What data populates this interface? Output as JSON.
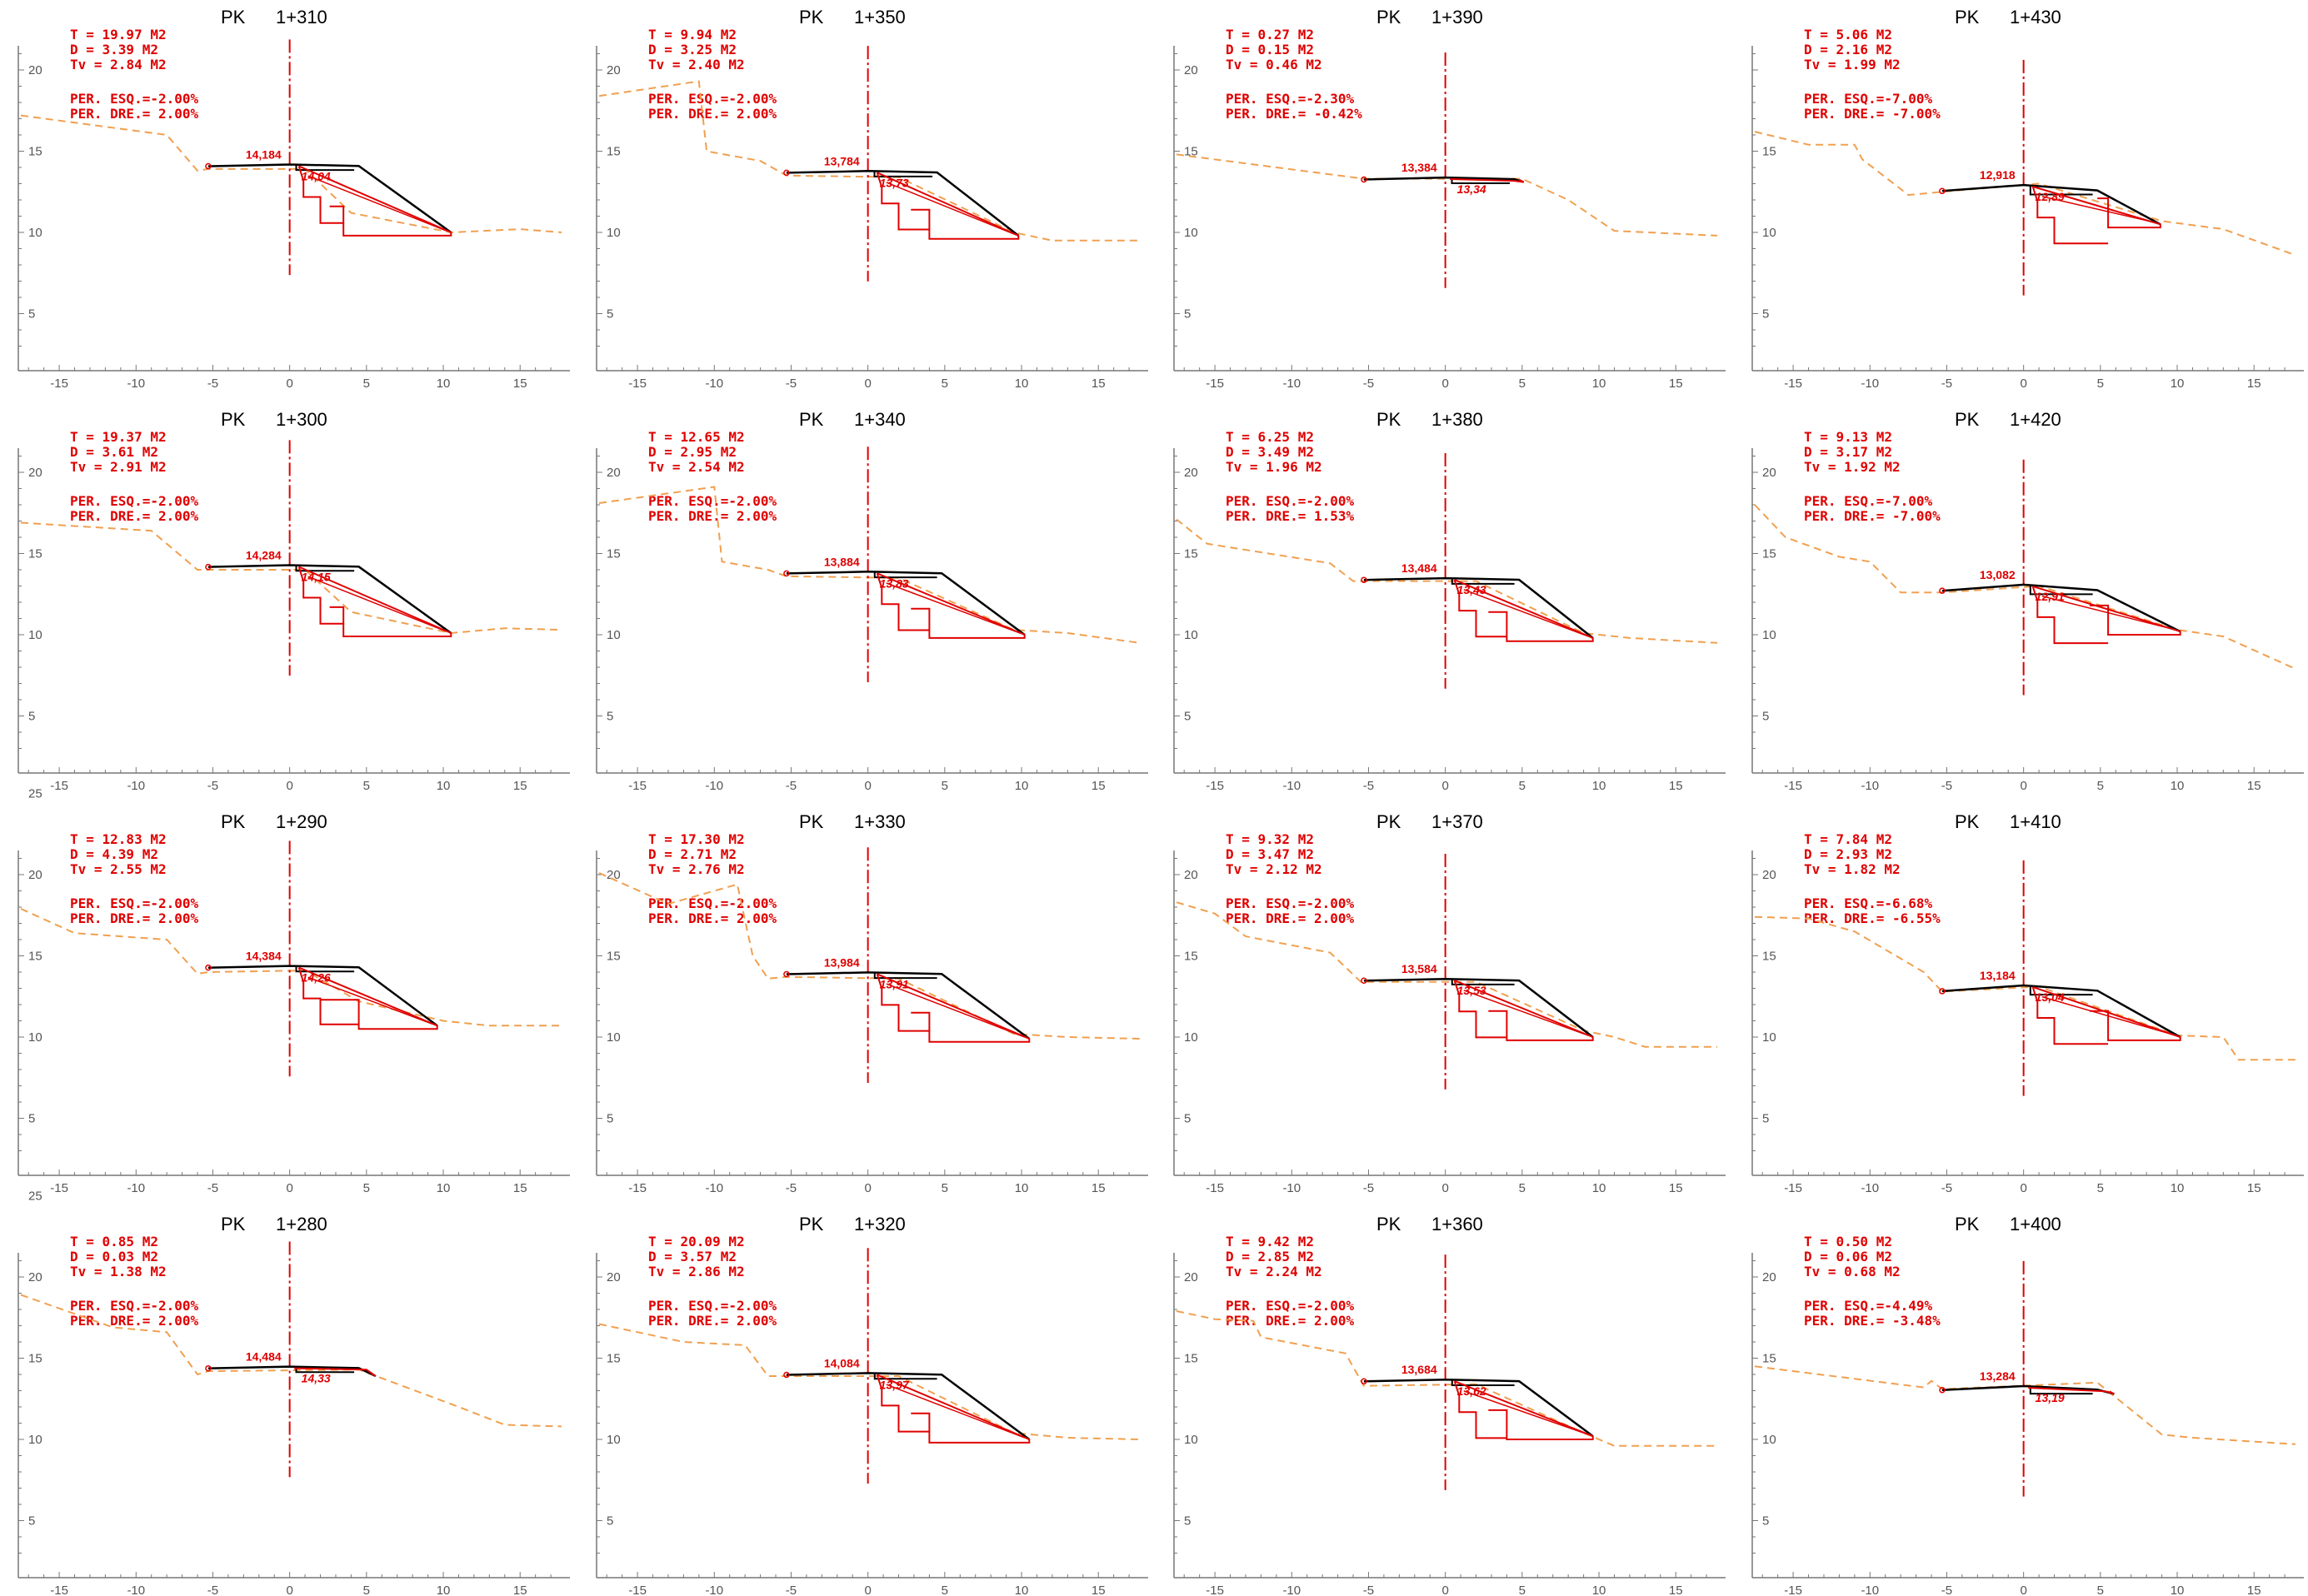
{
  "sheet": {
    "x_ticks": [
      "-15",
      "-10",
      "-5",
      "0",
      "5",
      "10",
      "15"
    ],
    "colors": {
      "terrain": "#f0a050",
      "design": "#000000",
      "annotation": "#e00000",
      "axis": "#777777"
    }
  },
  "sections": [
    {
      "pk": "1+310",
      "t": "19.97",
      "d": "3.39",
      "tv": "2.84",
      "esq": "-2.00%",
      "dre": "2.00%",
      "ax": "14,184",
      "cut": "14,04",
      "yt": [
        5,
        10,
        15,
        20
      ],
      "z0": 14.18,
      "slope": -0.02,
      "lw": -5.3,
      "rw": 4.5,
      "fill": [
        10.5,
        10.0
      ],
      "sub": [
        1,
        0.8,
        -0.4,
        2.8,
        0.3,
        4,
        -2
      ],
      "ground": [
        [
          -17.5,
          17.2
        ],
        [
          -8,
          16
        ],
        [
          -6,
          13.8
        ],
        [
          -5.3,
          13.9
        ],
        [
          1,
          13.9
        ],
        [
          4,
          11.2
        ],
        [
          10.5,
          10.0
        ],
        [
          15,
          10.2
        ],
        [
          17.7,
          10.0
        ]
      ]
    },
    {
      "pk": "1+350",
      "t": "9.94",
      "d": "3.25",
      "tv": "2.40",
      "esq": "-2.00%",
      "dre": "2.00%",
      "ax": "13,784",
      "cut": "13,73",
      "yt": [
        5,
        10,
        15,
        20
      ],
      "z0": 13.78,
      "slope": -0.02,
      "lw": -5.3,
      "rw": 4.5,
      "fill": [
        9.8,
        9.8
      ],
      "sub": [
        0.8,
        0.9,
        -0.2,
        3,
        0.2,
        4.5,
        -1.9
      ],
      "ground": [
        [
          -17.5,
          18.4
        ],
        [
          -11,
          19.3
        ],
        [
          -10.5,
          15.0
        ],
        [
          -7,
          14.4
        ],
        [
          -5.3,
          13.5
        ],
        [
          2,
          13.4
        ],
        [
          9.5,
          10.0
        ],
        [
          12,
          9.5
        ],
        [
          17.7,
          9.5
        ]
      ]
    },
    {
      "pk": "1+390",
      "t": "0.27",
      "d": "0.15",
      "tv": "0.46",
      "esq": "-2.30%",
      "dre": "-0.42%",
      "ax": "13,384",
      "cut": "13,34",
      "yt": [
        5,
        10,
        15,
        20
      ],
      "z0": 13.38,
      "slope": -0.023,
      "lw": -5.3,
      "rw": 4.5,
      "fill": [
        5.1,
        13.1
      ],
      "sub": [],
      "ground": [
        [
          -17.5,
          14.8
        ],
        [
          -5.3,
          13.3
        ],
        [
          5.0,
          13.3
        ],
        [
          8,
          12.0
        ],
        [
          11,
          10.1
        ],
        [
          17.7,
          9.8
        ]
      ]
    },
    {
      "pk": "1+430",
      "t": "5.06",
      "d": "2.16",
      "tv": "1.99",
      "esq": "-7.00%",
      "dre": "-7.00%",
      "ax": "12,918",
      "cut": "12,89",
      "yt": [
        5,
        10,
        15
      ],
      "z0": 12.92,
      "slope": -0.07,
      "lw": -5.3,
      "rw": 4.8,
      "fill": [
        8.9,
        10.5
      ],
      "sub": [
        2,
        0.5,
        -0.3,
        5,
        0.2,
        6,
        -1.4
      ],
      "ground": [
        [
          -17.5,
          16.2
        ],
        [
          -14,
          15.4
        ],
        [
          -11,
          15.4
        ],
        [
          -10.5,
          14.5
        ],
        [
          -7.5,
          12.3
        ],
        [
          -5.3,
          12.5
        ],
        [
          1,
          13.0
        ],
        [
          9,
          10.7
        ],
        [
          13,
          10.2
        ],
        [
          17.7,
          8.6
        ]
      ]
    },
    {
      "pk": "1+300",
      "t": "19.37",
      "d": "3.61",
      "tv": "2.91",
      "esq": "-2.00%",
      "dre": "2.00%",
      "ax": "14,284",
      "cut": "14,15",
      "yt": [
        5,
        10,
        15,
        20
      ],
      "z0": 14.28,
      "slope": -0.02,
      "lw": -5.3,
      "rw": 4.5,
      "fill": [
        10.5,
        10.1
      ],
      "sub": [
        1,
        0.8,
        -0.4,
        2.8,
        0.3,
        4,
        -2
      ],
      "ground": [
        [
          -17.5,
          16.9
        ],
        [
          -9,
          16.4
        ],
        [
          -6,
          14.0
        ],
        [
          -5.3,
          14.0
        ],
        [
          1,
          14.0
        ],
        [
          4,
          11.4
        ],
        [
          10.5,
          10.1
        ],
        [
          14,
          10.4
        ],
        [
          17.7,
          10.3
        ]
      ]
    },
    {
      "pk": "1+340",
      "t": "12.65",
      "d": "2.95",
      "tv": "2.54",
      "esq": "-2.00%",
      "dre": "2.00%",
      "ax": "13,884",
      "cut": "13,83",
      "yt": [
        5,
        10,
        15,
        20
      ],
      "z0": 13.88,
      "slope": -0.02,
      "lw": -5.3,
      "rw": 4.8,
      "fill": [
        10.2,
        10.0
      ],
      "sub": [
        0.8,
        0.9,
        -0.2,
        3,
        0.2,
        4.5,
        -1.9
      ],
      "ground": [
        [
          -17.5,
          18.1
        ],
        [
          -10,
          19.1
        ],
        [
          -9.5,
          14.5
        ],
        [
          -6.5,
          14.0
        ],
        [
          -5.3,
          13.6
        ],
        [
          2,
          13.5
        ],
        [
          9.5,
          10.3
        ],
        [
          13,
          10.1
        ],
        [
          17.7,
          9.5
        ]
      ]
    },
    {
      "pk": "1+380",
      "t": "6.25",
      "d": "3.49",
      "tv": "1.96",
      "esq": "-2.00%",
      "dre": "1.53%",
      "ax": "13,484",
      "cut": "13,43",
      "yt": [
        5,
        10,
        15,
        20
      ],
      "z0": 13.48,
      "slope": -0.02,
      "lw": -5.3,
      "rw": 4.8,
      "fill": [
        9.6,
        9.8
      ],
      "sub": [
        0.8,
        0.9,
        -0.2,
        3,
        0.2,
        4.5,
        -1.9
      ],
      "ground": [
        [
          -17.5,
          17.1
        ],
        [
          -15.5,
          15.6
        ],
        [
          -7.5,
          14.4
        ],
        [
          -6,
          13.3
        ],
        [
          -5.3,
          13.3
        ],
        [
          2,
          13.3
        ],
        [
          9,
          10.1
        ],
        [
          12,
          9.8
        ],
        [
          17.7,
          9.5
        ]
      ]
    },
    {
      "pk": "1+420",
      "t": "9.13",
      "d": "3.17",
      "tv": "1.92",
      "esq": "-7.00%",
      "dre": "-7.00%",
      "ax": "13,082",
      "cut": "12,91",
      "yt": [
        5,
        10,
        15,
        20
      ],
      "z0": 13.08,
      "slope": -0.07,
      "lw": -5.3,
      "rw": 4.8,
      "fill": [
        10.2,
        10.2
      ],
      "sub": [
        1.5,
        0.5,
        -0.3,
        4.5,
        0.2,
        6,
        -1.4
      ],
      "ground": [
        [
          -17.5,
          18.0
        ],
        [
          -15.5,
          16.0
        ],
        [
          -12,
          14.8
        ],
        [
          -10,
          14.5
        ],
        [
          -8,
          12.6
        ],
        [
          -5.3,
          12.6
        ],
        [
          1,
          13.0
        ],
        [
          10,
          10.3
        ],
        [
          13,
          9.9
        ],
        [
          17.7,
          7.9
        ]
      ]
    },
    {
      "pk": "1+290",
      "t": "12.83",
      "d": "4.39",
      "tv": "2.55",
      "esq": "-2.00%",
      "dre": "2.00%",
      "ax": "14,384",
      "cut": "14,26",
      "yt": [
        5,
        10,
        15,
        20,
        25
      ],
      "z0": 14.38,
      "slope": -0.02,
      "lw": -5.3,
      "rw": 4.5,
      "fill": [
        9.6,
        10.7
      ],
      "sub": [
        1,
        0.8,
        -0.4,
        2.2,
        0.3,
        5,
        -1.9
      ],
      "ground": [
        [
          -17.5,
          17.9
        ],
        [
          -14,
          16.4
        ],
        [
          -8,
          16.0
        ],
        [
          -6,
          13.9
        ],
        [
          -5.3,
          14.0
        ],
        [
          1,
          14.1
        ],
        [
          4.5,
          12.2
        ],
        [
          10,
          11.0
        ],
        [
          13,
          10.7
        ],
        [
          17.7,
          10.7
        ]
      ]
    },
    {
      "pk": "1+330",
      "t": "17.30",
      "d": "2.71",
      "tv": "2.76",
      "esq": "-2.00%",
      "dre": "2.00%",
      "ax": "13,984",
      "cut": "13,91",
      "yt": [
        5,
        10,
        15,
        20
      ],
      "z0": 13.98,
      "slope": -0.02,
      "lw": -5.3,
      "rw": 4.8,
      "fill": [
        10.5,
        9.9
      ],
      "sub": [
        0.8,
        0.9,
        -0.2,
        3,
        0.2,
        4.5,
        -1.9
      ],
      "ground": [
        [
          -17.5,
          20.1
        ],
        [
          -13,
          18.2
        ],
        [
          -8.5,
          19.4
        ],
        [
          -7.5,
          15.0
        ],
        [
          -6.5,
          13.6
        ],
        [
          -5.3,
          13.7
        ],
        [
          2,
          13.6
        ],
        [
          9.5,
          10.2
        ],
        [
          13,
          10.0
        ],
        [
          17.7,
          9.9
        ]
      ]
    },
    {
      "pk": "1+370",
      "t": "9.32",
      "d": "3.47",
      "tv": "2.12",
      "esq": "-2.00%",
      "dre": "2.00%",
      "ax": "13,584",
      "cut": "13,53",
      "yt": [
        5,
        10,
        15,
        20
      ],
      "z0": 13.58,
      "slope": -0.02,
      "lw": -5.3,
      "rw": 4.8,
      "fill": [
        9.6,
        10.0
      ],
      "sub": [
        0.8,
        0.9,
        -0.2,
        3,
        0.2,
        4.5,
        -1.9
      ],
      "ground": [
        [
          -17.5,
          18.3
        ],
        [
          -15,
          17.6
        ],
        [
          -13,
          16.2
        ],
        [
          -7.5,
          15.2
        ],
        [
          -5.5,
          13.4
        ],
        [
          2,
          13.4
        ],
        [
          9,
          10.4
        ],
        [
          11,
          10.0
        ],
        [
          13,
          9.4
        ],
        [
          17.7,
          9.4
        ]
      ]
    },
    {
      "pk": "1+410",
      "t": "7.84",
      "d": "2.93",
      "tv": "1.82",
      "esq": "-6.68%",
      "dre": "-6.55%",
      "ax": "13,184",
      "cut": "13,04",
      "yt": [
        5,
        10,
        15,
        20
      ],
      "z0": 13.18,
      "slope": -0.067,
      "lw": -5.3,
      "rw": 4.8,
      "fill": [
        10.2,
        10.0
      ],
      "sub": [
        1.5,
        0.5,
        -0.3,
        4.5,
        0.2,
        6,
        -1.4
      ],
      "ground": [
        [
          -17.5,
          17.4
        ],
        [
          -14,
          17.3
        ],
        [
          -11,
          16.5
        ],
        [
          -6.5,
          14.0
        ],
        [
          -5.3,
          12.8
        ],
        [
          1,
          13.1
        ],
        [
          10,
          10.1
        ],
        [
          13,
          10.0
        ],
        [
          14,
          8.6
        ],
        [
          17.7,
          8.6
        ]
      ]
    },
    {
      "pk": "1+280",
      "t": "0.85",
      "d": "0.03",
      "tv": "1.38",
      "esq": "-2.00%",
      "dre": "2.00%",
      "ax": "14,484",
      "cut": "14,33",
      "yt": [
        5,
        10,
        15,
        20,
        25
      ],
      "z0": 14.48,
      "slope": -0.02,
      "lw": -5.3,
      "rw": 4.5,
      "fill": [
        5.6,
        13.9
      ],
      "sub": [],
      "ground": [
        [
          -17.5,
          18.9
        ],
        [
          -11.5,
          16.9
        ],
        [
          -8,
          16.6
        ],
        [
          -6,
          14.0
        ],
        [
          -5.3,
          14.2
        ],
        [
          4.5,
          14.3
        ],
        [
          11,
          12.0
        ],
        [
          14,
          10.9
        ],
        [
          17.7,
          10.8
        ]
      ]
    },
    {
      "pk": "1+320",
      "t": "20.09",
      "d": "3.57",
      "tv": "2.86",
      "esq": "-2.00%",
      "dre": "2.00%",
      "ax": "14,084",
      "cut": "13,97",
      "yt": [
        5,
        10,
        15,
        20
      ],
      "z0": 14.08,
      "slope": -0.02,
      "lw": -5.3,
      "rw": 4.8,
      "fill": [
        10.5,
        10.0
      ],
      "sub": [
        0.8,
        0.9,
        -0.2,
        3,
        0.2,
        4.5,
        -1.9
      ],
      "ground": [
        [
          -17.5,
          17.1
        ],
        [
          -12,
          16.0
        ],
        [
          -8,
          15.8
        ],
        [
          -6.5,
          13.9
        ],
        [
          -5.3,
          13.9
        ],
        [
          2,
          13.9
        ],
        [
          9.5,
          10.4
        ],
        [
          13,
          10.1
        ],
        [
          17.7,
          10.0
        ]
      ]
    },
    {
      "pk": "1+360",
      "t": "9.42",
      "d": "2.85",
      "tv": "2.24",
      "esq": "-2.00%",
      "dre": "2.00%",
      "ax": "13,684",
      "cut": "13,62",
      "yt": [
        5,
        10,
        15,
        20
      ],
      "z0": 13.68,
      "slope": -0.02,
      "lw": -5.3,
      "rw": 4.8,
      "fill": [
        9.6,
        10.2
      ],
      "sub": [
        0.8,
        0.9,
        -0.2,
        3,
        0.2,
        4.5,
        -1.9
      ],
      "ground": [
        [
          -17.5,
          17.9
        ],
        [
          -15,
          17.4
        ],
        [
          -12.5,
          17.3
        ],
        [
          -12,
          16.3
        ],
        [
          -6.5,
          15.3
        ],
        [
          -5.3,
          13.3
        ],
        [
          2,
          13.4
        ],
        [
          9,
          10.4
        ],
        [
          11,
          9.6
        ],
        [
          17.7,
          9.6
        ]
      ]
    },
    {
      "pk": "1+400",
      "t": "0.50",
      "d": "0.06",
      "tv": "0.68",
      "esq": "-4.49%",
      "dre": "-3.48%",
      "ax": "13,284",
      "cut": "13,19",
      "yt": [
        5,
        10,
        15,
        20
      ],
      "z0": 13.28,
      "slope": -0.045,
      "lw": -5.3,
      "rw": 4.8,
      "fill": [
        5.9,
        12.8
      ],
      "sub": [],
      "ground": [
        [
          -17.5,
          14.5
        ],
        [
          -6.5,
          13.2
        ],
        [
          -6,
          13.6
        ],
        [
          -5.3,
          13.1
        ],
        [
          4.8,
          13.5
        ],
        [
          9,
          10.3
        ],
        [
          11,
          10.1
        ],
        [
          17.7,
          9.7
        ]
      ]
    }
  ]
}
